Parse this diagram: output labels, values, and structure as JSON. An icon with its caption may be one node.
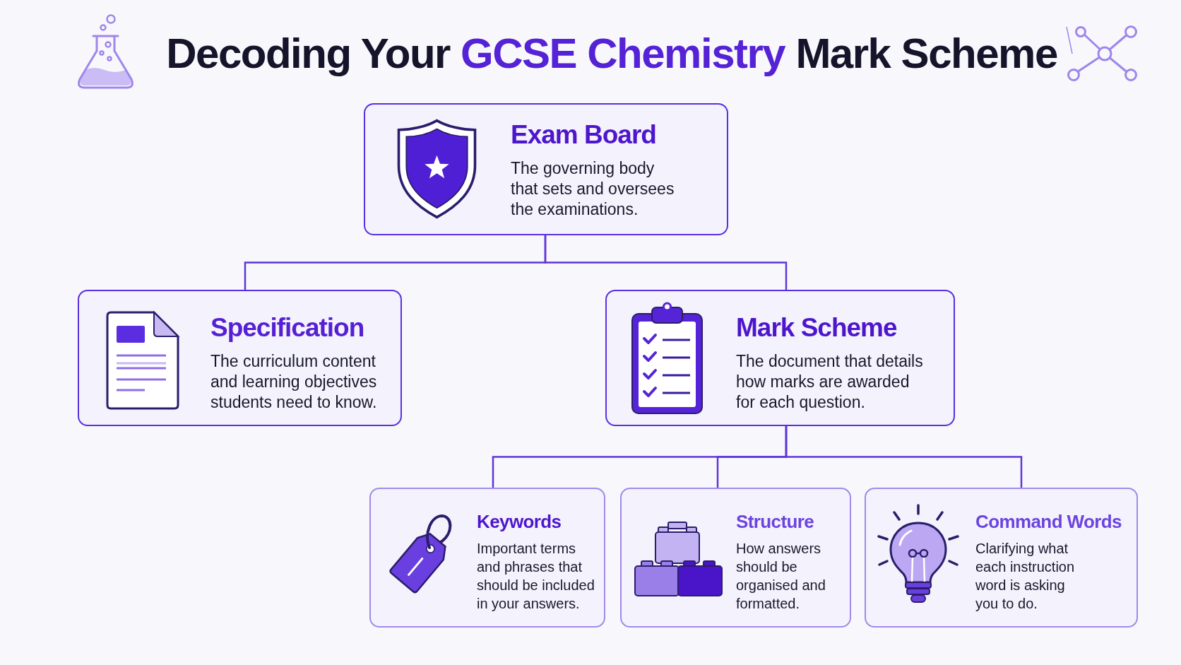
{
  "diagram": {
    "title": "Decoding Your **GCSE Chemistry** Mark Scheme",
    "nodes": [
      {
        "text": [
          "Exam Board",
          "The governing body that sets and oversees the examinations."
        ]
      },
      {
        "text": [
          "Specification",
          "The curriculum content and learning objectives students need to know."
        ]
      },
      {
        "text": [
          "Mark Scheme",
          "The document that details how marks are awarded for each question."
        ]
      },
      {
        "text": [
          "Keywords",
          "Important terms and phrases that should be included in your answers."
        ]
      },
      {
        "text": [
          "Structure",
          "How answers should be organised and formatted."
        ]
      },
      {
        "text": [
          "Command Words",
          "Clarifying what each instruction word is asking you to do."
        ]
      }
    ],
    "edges": [
      {
        "from": 0,
        "to": 1,
        "arrow": "none"
      },
      {
        "from": 0,
        "to": 2,
        "arrow": "none"
      },
      {
        "from": 2,
        "to": 3,
        "arrow": "none"
      },
      {
        "from": 2,
        "to": 4,
        "arrow": "none"
      },
      {
        "from": 2,
        "to": 5,
        "arrow": "none"
      }
    ]
  }
}
